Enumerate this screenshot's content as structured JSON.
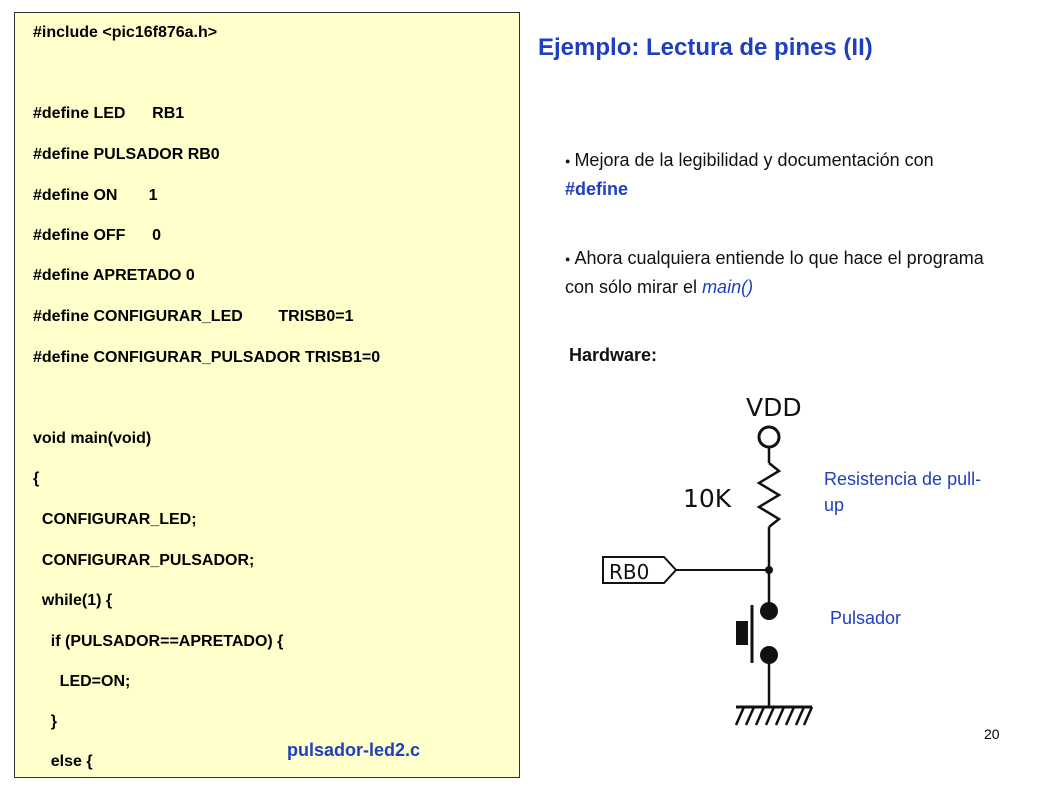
{
  "code": {
    "lines": [
      "#include <pic16f876a.h>",
      "#define LED      RB1",
      "#define PULSADOR RB0",
      "#define ON       1",
      "#define OFF      0",
      "#define APRETADO 0",
      "#define CONFIGURAR_LED        TRISB0=1",
      "#define CONFIGURAR_PULSADOR TRISB1=0",
      "void main(void)",
      "{",
      "  CONFIGURAR_LED;",
      "  CONFIGURAR_PULSADOR;",
      "  while(1) {",
      "    if (PULSADOR==APRETADO) {",
      "      LED=ON;",
      "    }",
      "    else {"
    ],
    "filename": "pulsador-led2.c"
  },
  "slide": {
    "title": "Ejemplo: Lectura de pines (II)",
    "bullet1_text": "Mejora de la legibilidad y documentación con ",
    "bullet1_keyword": "#define",
    "bullet2_text": "Ahora cualquiera entiende lo que hace el programa con sólo mirar el ",
    "bullet2_emph": "main()",
    "hardware_label": "Hardware:",
    "page_number": "20"
  },
  "circuit": {
    "vdd_label": "VDD",
    "resistor_label": "10K",
    "pin_label": "RB0",
    "resistor_annotation": "Resistencia de pull-up",
    "button_annotation": "Pulsador"
  },
  "colors": {
    "accent": "#1f3fbf",
    "code_bg": "#ffffcc"
  }
}
